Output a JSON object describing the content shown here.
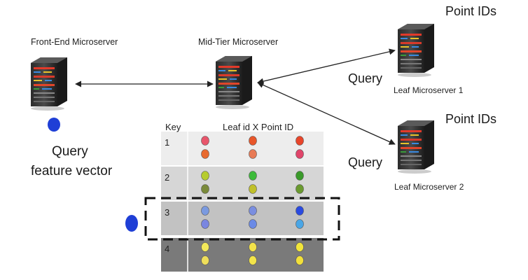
{
  "servers": {
    "front_end": "Front-End Microserver",
    "mid_tier": "Mid-Tier Microserver",
    "leaf1": "Leaf Microserver 1",
    "leaf2": "Leaf Microserver 2"
  },
  "labels": {
    "point_ids_top": "Point IDs",
    "point_ids_mid": "Point IDs",
    "query_top": "Query",
    "query_bottom": "Query",
    "query_feature_line1": "Query",
    "query_feature_line2": "feature vector"
  },
  "table": {
    "key_header": "Key",
    "col_header": "Leaf id X Point ID",
    "rows": [
      {
        "key": "1",
        "bg": "#ededed",
        "dots": [
          "#e8556b",
          "#e8562a",
          "#e8452a",
          "#e86a2f",
          "#e87a55",
          "#e0456a"
        ]
      },
      {
        "key": "2",
        "bg": "#d6d6d6",
        "dots": [
          "#b6cc2e",
          "#3dbb3a",
          "#3a9a2a",
          "#7a8a3a",
          "#c0c02a",
          "#6a9a2f"
        ]
      },
      {
        "key": "3",
        "bg": "#c2c2c2",
        "dots": [
          "#7a9ae0",
          "#7a8ee0",
          "#2a4ae0",
          "#7a86e0",
          "#6a8ae6",
          "#4aa6e6"
        ]
      },
      {
        "key": "4",
        "bg": "#7a7a7a",
        "dots": [
          "#f2e85a",
          "#f2e24a",
          "#f2e63a",
          "#eede5a",
          "#f2e44a",
          "#f2e03a"
        ]
      }
    ]
  },
  "colors": {
    "query_dot": "#1f3fd6",
    "arrow": "#222222"
  },
  "icons": [
    "server-icon"
  ]
}
